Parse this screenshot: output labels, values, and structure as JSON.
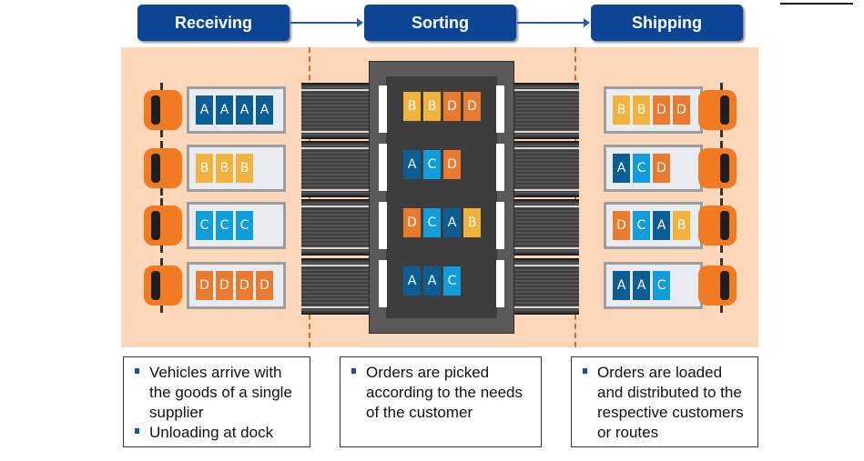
{
  "stages": [
    {
      "label": "Receiving"
    },
    {
      "label": "Sorting"
    },
    {
      "label": "Shipping"
    }
  ],
  "colors": {
    "stage_button": "#0c4596",
    "floor": "#fdd7ba",
    "divider": "#e8641f",
    "truck_cab": "#f27a20",
    "A": "#0b5e94",
    "B": "#f2b33d",
    "C": "#109ddb",
    "D": "#ec7a2e"
  },
  "receiving_trucks": [
    {
      "packages": [
        "A",
        "A",
        "A",
        "A"
      ]
    },
    {
      "packages": [
        "B",
        "B",
        "B"
      ]
    },
    {
      "packages": [
        "C",
        "C",
        "C"
      ]
    },
    {
      "packages": [
        "D",
        "D",
        "D",
        "D"
      ]
    }
  ],
  "sorting_lanes": [
    {
      "packages": [
        "B",
        "B",
        "D",
        "D"
      ]
    },
    {
      "packages": [
        "A",
        "C",
        "D"
      ]
    },
    {
      "packages": [
        "D",
        "C",
        "A",
        "B"
      ]
    },
    {
      "packages": [
        "A",
        "A",
        "C"
      ]
    }
  ],
  "shipping_trucks": [
    {
      "packages": [
        "B",
        "B",
        "D",
        "D"
      ]
    },
    {
      "packages": [
        "A",
        "C",
        "D"
      ]
    },
    {
      "packages": [
        "D",
        "C",
        "A",
        "B"
      ]
    },
    {
      "packages": [
        "A",
        "A",
        "C"
      ]
    }
  ],
  "descriptions": [
    {
      "bullets": [
        "Vehicles arrive with the goods of a single supplier",
        "Unloading at dock"
      ]
    },
    {
      "bullets": [
        "Orders are picked according to the needs of the customer"
      ]
    },
    {
      "bullets": [
        "Orders are loaded and distributed to the respective customers or routes"
      ]
    }
  ]
}
